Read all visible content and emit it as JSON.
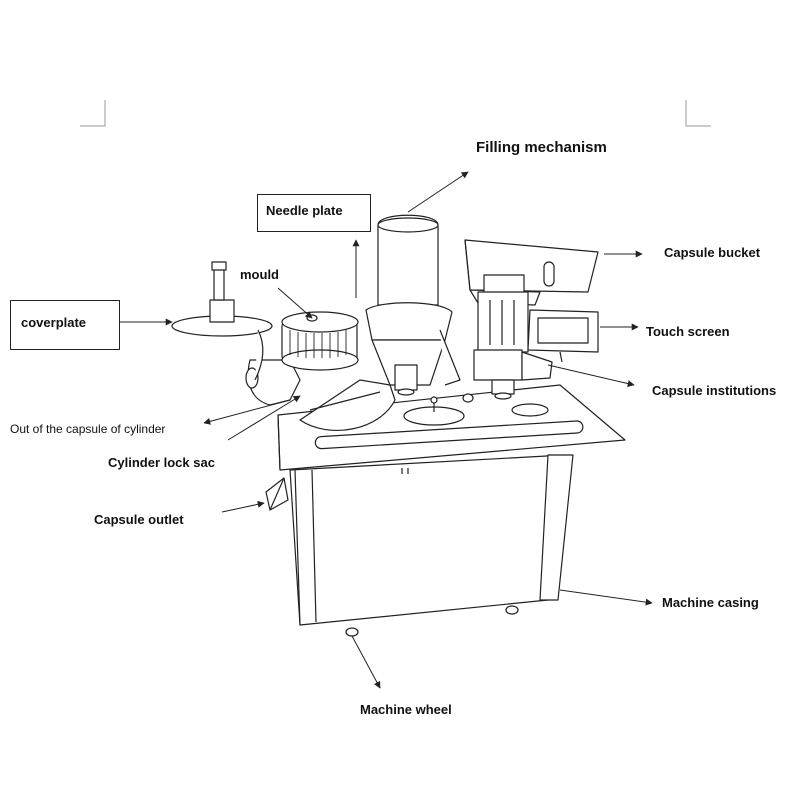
{
  "labels": {
    "filling_mechanism": "Filling mechanism",
    "needle_plate": "Needle plate",
    "capsule_bucket": "Capsule bucket",
    "mould": "mould",
    "coverplate": "coverplate",
    "touch_screen": "Touch screen",
    "capsule_institutions": "Capsule institutions",
    "out_of_capsule_cylinder": "Out of the capsule of cylinder",
    "cylinder_lock_sac": "Cylinder lock sac",
    "capsule_outlet": "Capsule outlet",
    "machine_casing": "Machine casing",
    "machine_wheel": "Machine wheel"
  },
  "colors": {
    "line": "#222222",
    "background": "#ffffff"
  }
}
